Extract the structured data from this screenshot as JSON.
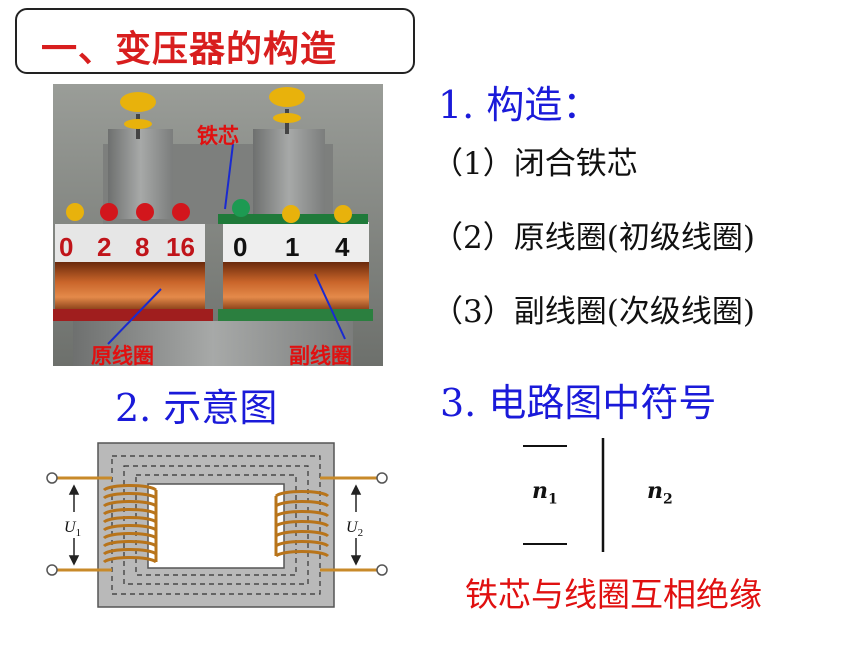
{
  "title": "一、变压器的构造",
  "photo": {
    "label_core": "铁芯",
    "label_primary": "原线圈",
    "label_secondary": "副线圈",
    "primary_terminals": [
      "0",
      "2",
      "8",
      "16"
    ],
    "secondary_terminals": [
      "0",
      "1",
      "4"
    ]
  },
  "structure": {
    "heading": "1. 构造：",
    "items": [
      "（1）闭合铁芯",
      "（2）原线圈(初级线圈)",
      "（3）副线圈(次级线圈)"
    ]
  },
  "schematic": {
    "heading": "2. 示意图",
    "u1_label": "U",
    "u1_sub": "1",
    "u2_label": "U",
    "u2_sub": "2"
  },
  "circuit_symbol": {
    "heading": "3. 电路图中符号",
    "n1": "n",
    "n1_sub": "1",
    "n2": "n",
    "n2_sub": "2"
  },
  "note": "铁芯与线圈互相绝缘",
  "colors": {
    "title_red": "#d81e1e",
    "heading_blue": "#1a1ad9",
    "note_red": "#e01010"
  }
}
